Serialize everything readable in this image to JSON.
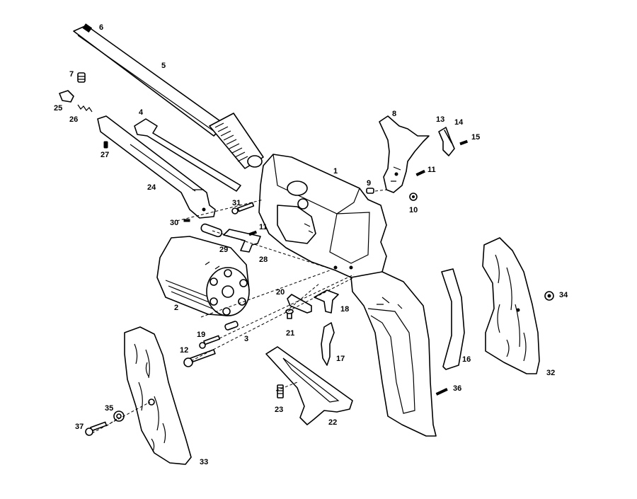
{
  "labels": {
    "p1": "1",
    "p2": "2",
    "p3": "3",
    "p4": "4",
    "p5": "5",
    "p6": "6",
    "p7": "7",
    "p8": "8",
    "p9": "9",
    "p10": "10",
    "p11a": "11",
    "p11b": "11",
    "p12": "12",
    "p13": "13",
    "p14": "14",
    "p15": "15",
    "p16": "16",
    "p17": "17",
    "p18": "18",
    "p19": "19",
    "p20": "20",
    "p21": "21",
    "p22": "22",
    "p23": "23",
    "p24": "24",
    "p25": "25",
    "p26": "26",
    "p27": "27",
    "p28": "28",
    "p29": "29",
    "p30": "30",
    "p31": "31",
    "p32": "32",
    "p33": "33",
    "p34": "34",
    "p35": "35",
    "p36": "36",
    "p37": "37"
  }
}
